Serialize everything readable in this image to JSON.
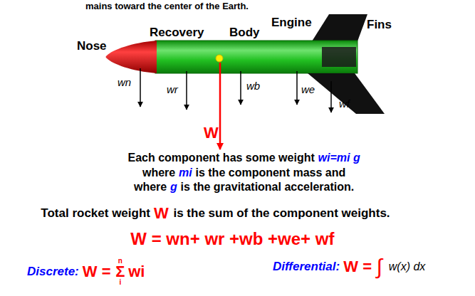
{
  "diagram": {
    "labels": [
      "mains toward the center of the Earth.",
      "Nose",
      "Recovery",
      "Body",
      "Engine",
      "Fins",
      "wn",
      "wr",
      "wb",
      "we",
      "wf",
      "W",
      "Each component has some weight",
      "wi=mi g",
      "where",
      "mi",
      "is the component mass and",
      "where",
      "g",
      "is the gravitational acceleration.",
      "Total rocket weight",
      "W",
      "is the sum of the component weights.",
      "W = wn+ wr +wb +we+ wf",
      "Discrete:",
      "W =",
      "n",
      "Σ",
      "i",
      "wi",
      "Differential:",
      "W =",
      "∫",
      "w(x) dx"
    ]
  }
}
